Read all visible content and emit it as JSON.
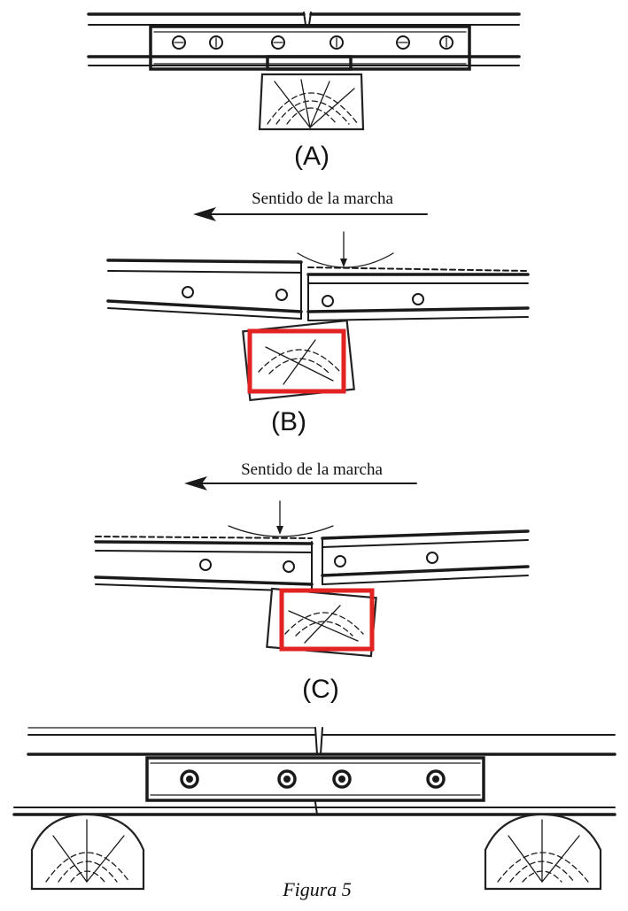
{
  "figure": {
    "caption": "Figura 5",
    "panels": [
      {
        "id": "A",
        "label": "(A)"
      },
      {
        "id": "B",
        "label": "(B)",
        "direction_text": "Sentido de la marcha"
      },
      {
        "id": "C",
        "label": "(C)",
        "direction_text": "Sentido de la marcha"
      },
      {
        "id": "D",
        "label": ""
      }
    ],
    "highlight_color": "#e32222",
    "ink_color": "#1a1a1a"
  }
}
